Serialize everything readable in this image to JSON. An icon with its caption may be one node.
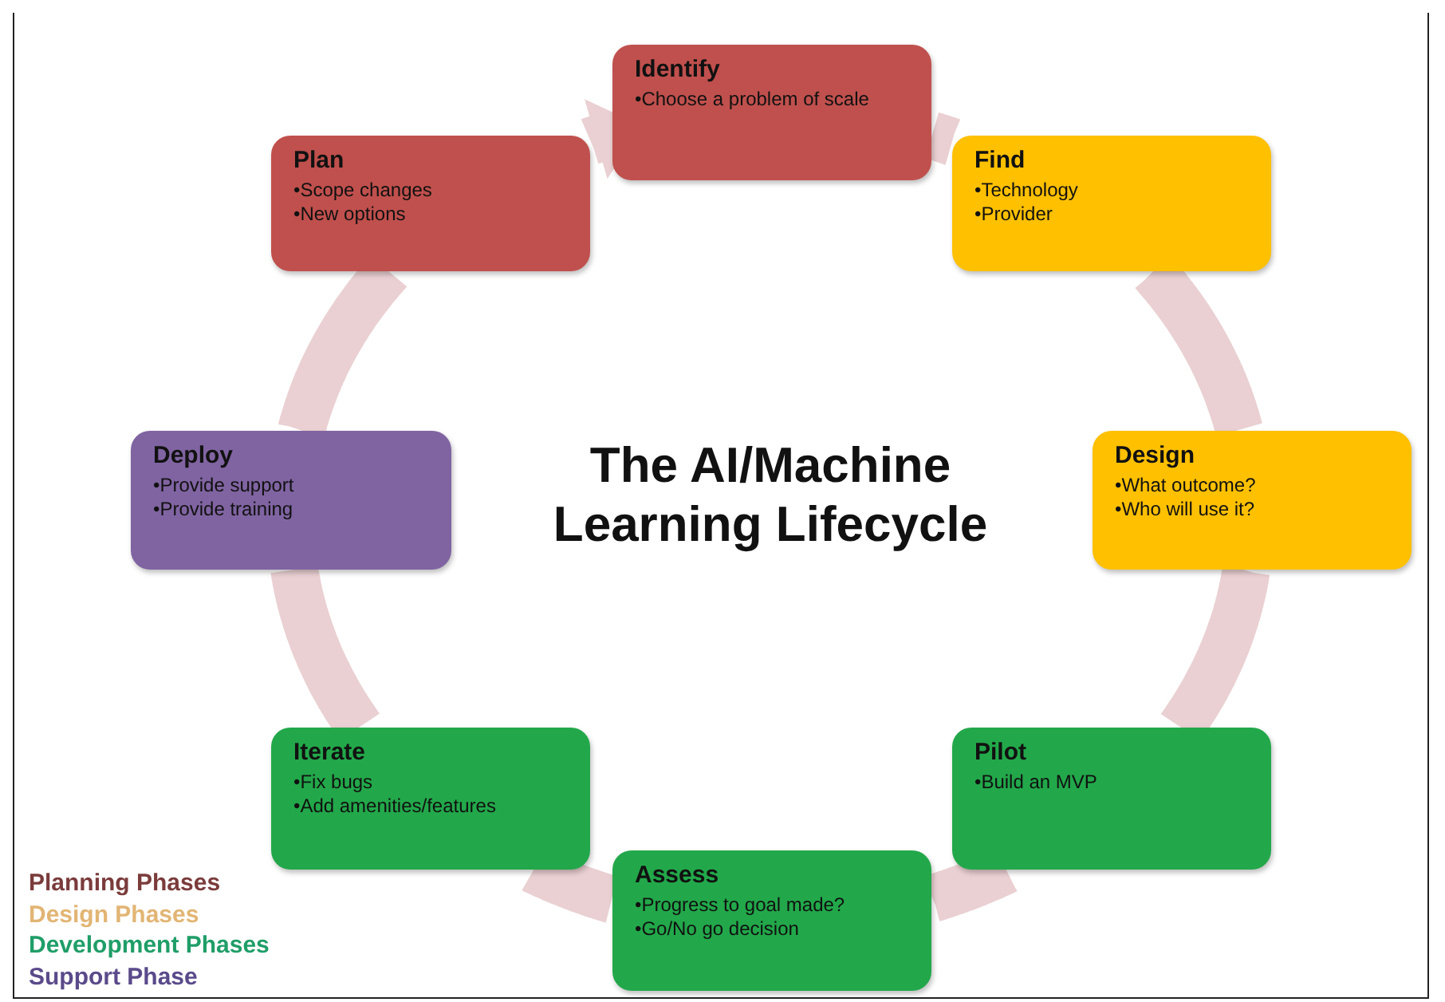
{
  "diagram": {
    "title": "The AI/Machine Learning Lifecycle",
    "nodes": [
      {
        "text": [
          "Identify",
          "•Choose a problem of scale"
        ]
      },
      {
        "text": [
          "Plan",
          "•Scope changes",
          "•New options"
        ]
      },
      {
        "text": [
          "Find",
          "•Technology",
          "•Provider"
        ]
      },
      {
        "text": [
          "Deploy",
          "•Provide support",
          "•Provide training"
        ]
      },
      {
        "text": [
          "Design",
          "•What outcome?",
          "•Who will use it?"
        ]
      },
      {
        "text": [
          "Iterate",
          "•Fix bugs",
          "•Add amenities/features"
        ]
      },
      {
        "text": [
          "Pilot",
          "•Build an MVP"
        ]
      },
      {
        "text": [
          "Assess",
          "•Progress to goal made?",
          "•Go/No go decision"
        ]
      }
    ],
    "edges": [
      {
        "from": 0,
        "to": 2,
        "arrow": "none"
      },
      {
        "from": 2,
        "to": 4,
        "arrow": "none"
      },
      {
        "from": 4,
        "to": 6,
        "arrow": "none"
      },
      {
        "from": 6,
        "to": 7,
        "arrow": "none"
      },
      {
        "from": 7,
        "to": 5,
        "arrow": "none"
      },
      {
        "from": 5,
        "to": 3,
        "arrow": "none"
      },
      {
        "from": 3,
        "to": 1,
        "arrow": "none"
      },
      {
        "from": 1,
        "to": 0,
        "arrow": "to"
      }
    ],
    "legend": [
      {
        "text": "Planning Phases",
        "color": "#7b3b3b"
      },
      {
        "text": "Design Phases",
        "color": "#e2b574"
      },
      {
        "text": "Development Phases",
        "color": "#1f9e68"
      },
      {
        "text": "Support Phase",
        "color": "#5a4a8a"
      }
    ]
  }
}
